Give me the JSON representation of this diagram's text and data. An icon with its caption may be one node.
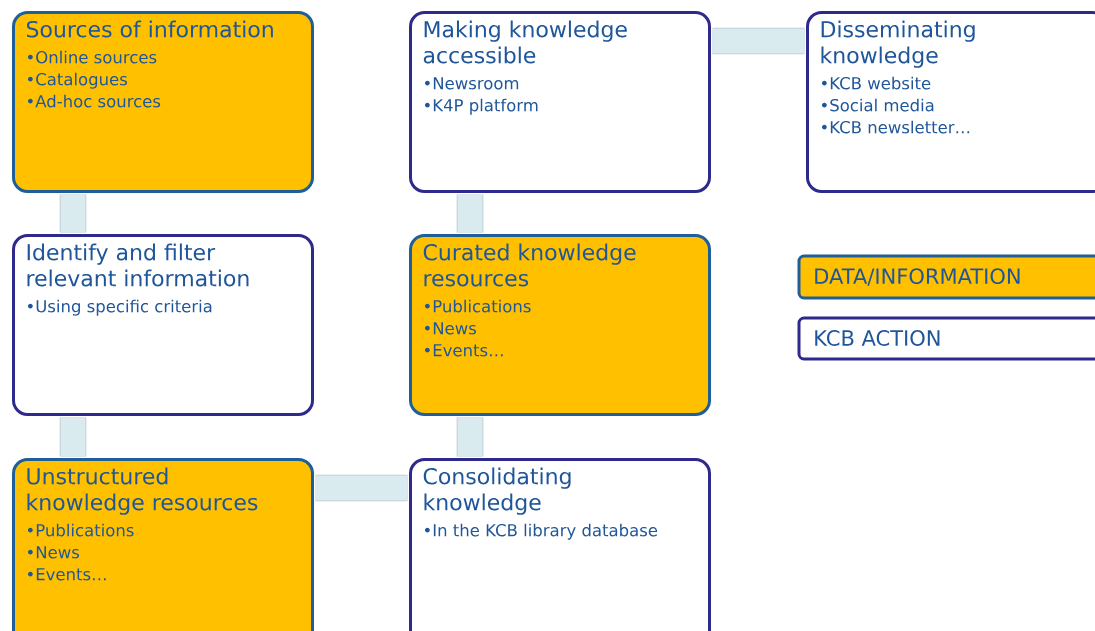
{
  "diagram": {
    "nodes": [
      {
        "text": [
          "Sources of information",
          "•Online sources",
          "•Catalogues",
          "•Ad-hoc sources"
        ]
      },
      {
        "text": [
          "Identify and filter relevant information",
          "•Using specific criteria"
        ]
      },
      {
        "text": [
          "Unstructured knowledge resources",
          "•Publications",
          "•News",
          "•Events…"
        ]
      },
      {
        "text": [
          "Consolidating knowledge",
          "•In the KCB library database"
        ]
      },
      {
        "text": [
          "Curated knowledge resources",
          "•Publications",
          "•News",
          "•Events…"
        ]
      },
      {
        "text": [
          "Making knowledge accessible",
          "•Newsroom",
          "•K4P platform"
        ]
      },
      {
        "text": [
          "Disseminating knowledge",
          "•KCB website",
          "•Social media",
          "•KCB newsletter…"
        ]
      }
    ],
    "edges": [
      {
        "from": 0,
        "to": 1,
        "arrow": "none"
      },
      {
        "from": 1,
        "to": 2,
        "arrow": "none"
      },
      {
        "from": 2,
        "to": 3,
        "arrow": "none"
      },
      {
        "from": 3,
        "to": 4,
        "arrow": "none"
      },
      {
        "from": 4,
        "to": 5,
        "arrow": "none"
      },
      {
        "from": 5,
        "to": 6,
        "arrow": "none"
      }
    ],
    "legend": [
      {
        "text": "DATA/INFORMATION",
        "color": "#ffc000"
      },
      {
        "text": "KCB ACTION"
      }
    ]
  }
}
